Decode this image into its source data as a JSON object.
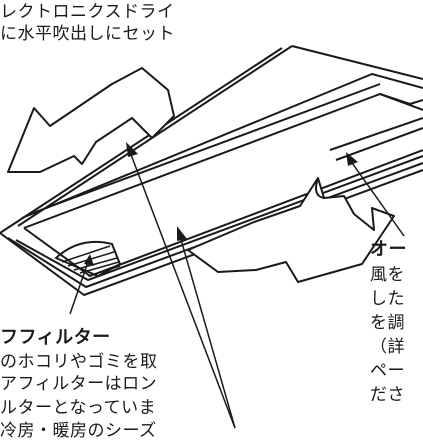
{
  "callout_top": {
    "line1": "レクトロニクスドライ",
    "line2": "に水平吹出しにセット"
  },
  "callout_left": {
    "title": "フフィルター",
    "line1": "のホコリやゴミを取",
    "line2": "アフィルターはロン",
    "line3": "ルターとなっていま",
    "line4": "冷房・暖房のシーズ"
  },
  "callout_right": {
    "title": "オー",
    "line1": "風を",
    "line2": "した",
    "line3": "を調",
    "line4": "（詳",
    "line5": "ペー",
    "line6": "ださ"
  }
}
